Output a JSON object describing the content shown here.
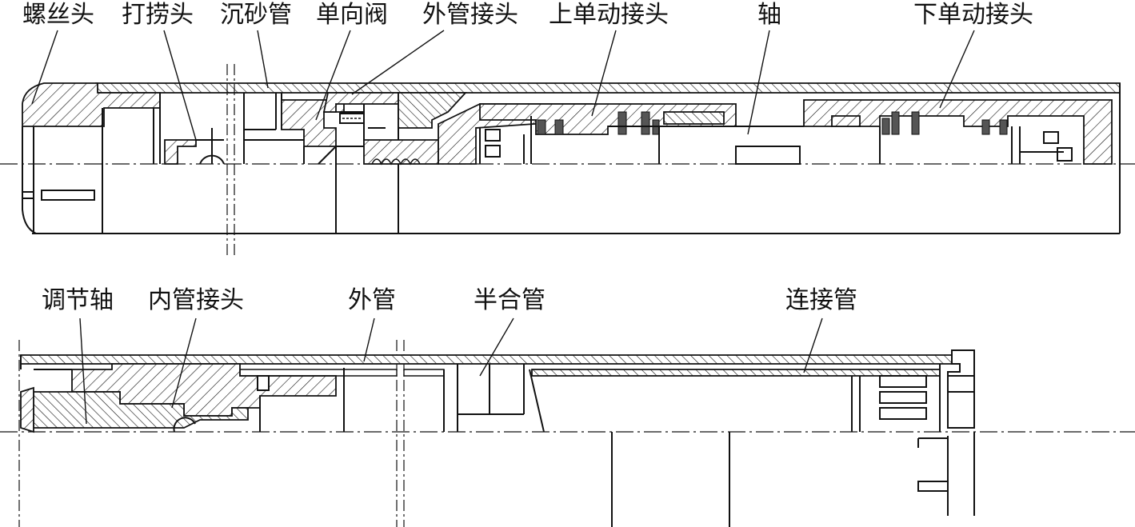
{
  "top_section": {
    "labels": {
      "screw_head": "螺丝头",
      "fishing_head": "打捞头",
      "sand_settling_pipe": "沉砂管",
      "check_valve": "单向阀",
      "outer_pipe_joint": "外管接头",
      "upper_single_action_joint": "上单动接头",
      "shaft": "轴",
      "lower_single_action_joint": "下单动接头"
    }
  },
  "bottom_section": {
    "labels": {
      "adjusting_shaft": "调节轴",
      "inner_pipe_joint": "内管接头",
      "outer_pipe": "外管",
      "split_pipe": "半合管",
      "connecting_pipe": "连接管"
    }
  }
}
